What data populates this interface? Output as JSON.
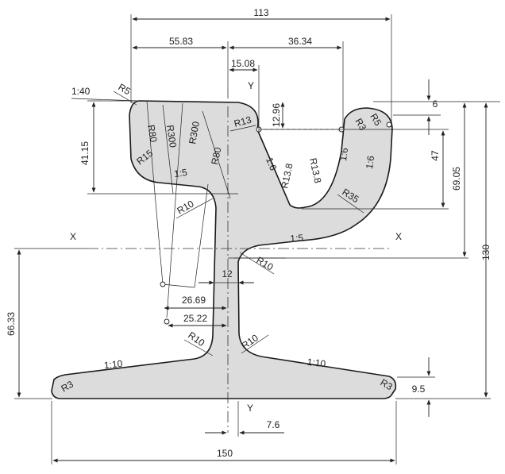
{
  "dimensions": {
    "overall_width_top": "113",
    "top_left_offset": "55.83",
    "top_right_offset": "36.34",
    "web_offset_top": "15.08",
    "head_groove_depth": "12.96",
    "head_lip": "6",
    "left_head_height": "41.15",
    "groove_depth": "47",
    "head_to_neutral": "69.05",
    "total_height": "130",
    "neutral_to_base": "66.33",
    "web_width": "12",
    "radius_offset_1": "26.69",
    "radius_offset_2": "25.22",
    "base_thickness": "9.5",
    "base_offset": "7.6",
    "base_width": "150"
  },
  "radii": {
    "r5_left": "R5",
    "r80_left": "R80",
    "r300": "R300",
    "r300_b": "R300",
    "r80_mid": "R80",
    "r15": "R15",
    "r13": "R13",
    "r10_upper": "R10",
    "r10_neck": "R10",
    "r10_fillet_left": "R10",
    "r10_fillet_right": "R10",
    "r13_8_a": "R13.8",
    "r13_8_b": "R13.8",
    "r35": "R35",
    "r3_groove": "R3",
    "r5_right": "R5",
    "r3_base_left": "R3",
    "r3_base_right": "R3"
  },
  "slopes": {
    "head_slope": "1:40",
    "left_slope": "1:5",
    "groove_left": "1:6",
    "groove_right": "1:6",
    "flange_right": "1:6",
    "underside": "1:5",
    "base_left": "1:10",
    "base_right": "1:10"
  },
  "axes": {
    "x_left": "X",
    "x_right": "X",
    "y_top": "Y",
    "y_bottom": "Y"
  }
}
